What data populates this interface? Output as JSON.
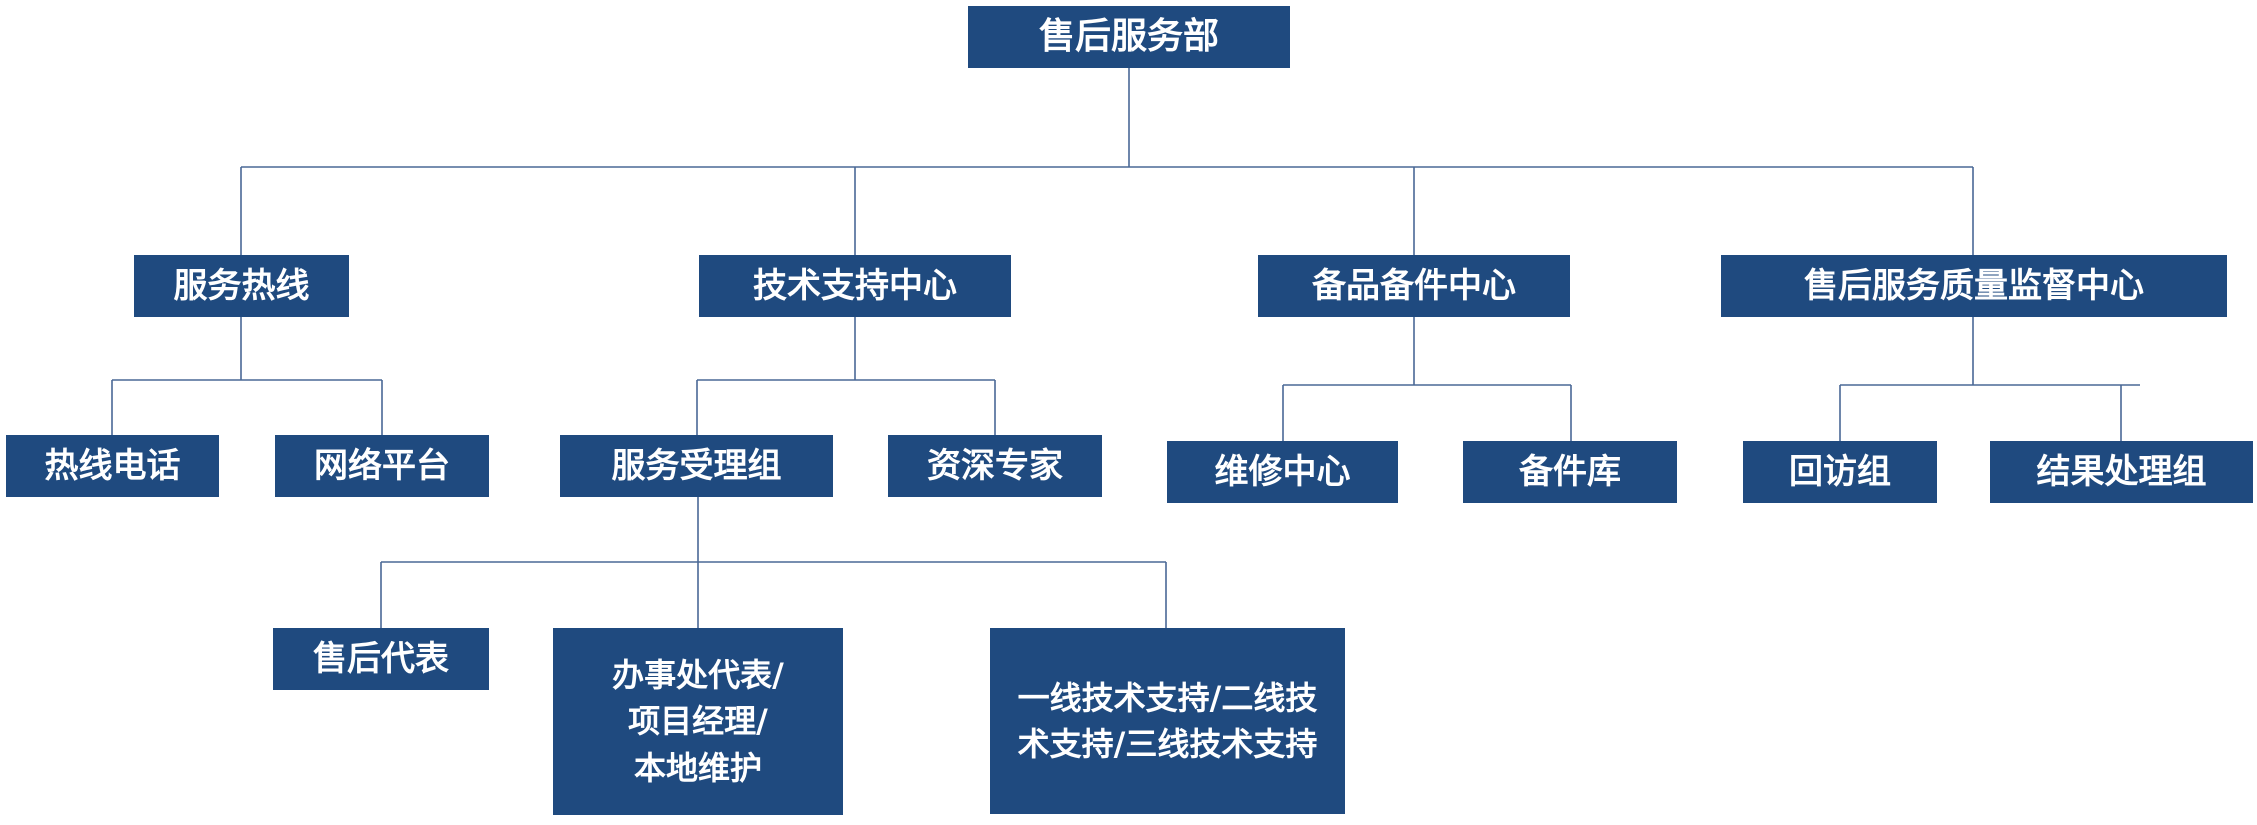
{
  "org_chart": {
    "root": "售后服务部",
    "departments": {
      "hotline": {
        "name": "服务热线",
        "children": [
          "热线电话",
          "网络平台"
        ]
      },
      "tech_support": {
        "name": "技术支持中心",
        "children": [
          "服务受理组",
          "资深专家"
        ],
        "service_group_children": [
          "售后代表",
          "办事处代表/\n项目经理/\n本地维护",
          "一线技术支持/二线技\n术支持/三线技术支持"
        ]
      },
      "spare_parts": {
        "name": "备品备件中心",
        "children": [
          "维修中心",
          "备件库"
        ]
      },
      "quality": {
        "name": "售后服务质量监督中心",
        "children": [
          "回访组",
          "结果处理组"
        ]
      }
    }
  },
  "colors": {
    "node_fill": "#1f4a7f",
    "node_text": "#ffffff",
    "connector": "#4a6896",
    "background": "#ffffff"
  }
}
